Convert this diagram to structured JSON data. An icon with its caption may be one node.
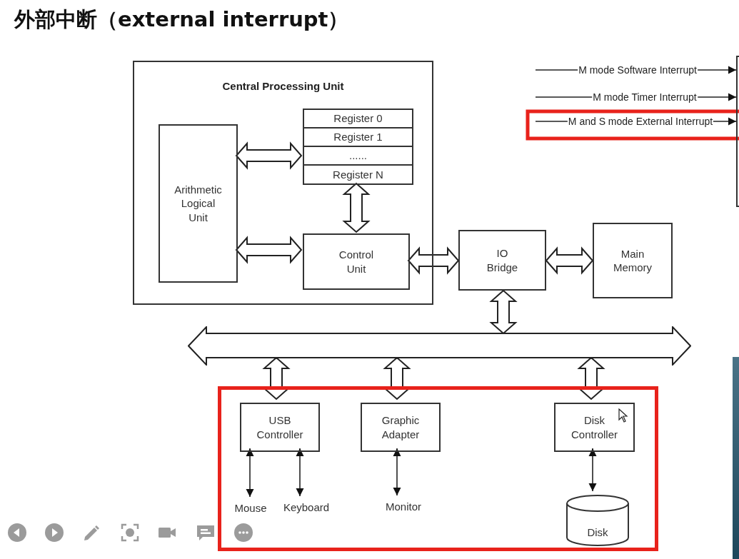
{
  "diagram": {
    "title": "外部中断（external interrupt）",
    "nodes": [
      {
        "text": [
          "Central Processing Unit"
        ]
      },
      {
        "text": [
          "Arithmetic Logical Unit"
        ],
        "in": 0
      },
      {
        "text": [
          "Register 0"
        ],
        "in": 0
      },
      {
        "text": [
          "Register 1"
        ],
        "in": 0
      },
      {
        "text": [
          "......"
        ],
        "in": 0
      },
      {
        "text": [
          "Register N"
        ],
        "in": 0
      },
      {
        "text": [
          "Control Unit"
        ],
        "in": 0
      },
      {
        "text": [
          "IO Bridge"
        ]
      },
      {
        "text": [
          "Main Memory"
        ]
      },
      {
        "text": [],
        "shape": "bar"
      },
      {
        "text": [],
        "shape": "box"
      },
      {
        "text": [
          "USB Controller"
        ],
        "in": 10
      },
      {
        "text": [
          "Graphic Adapter"
        ],
        "in": 10
      },
      {
        "text": [
          "Disk Controller"
        ],
        "in": 10
      },
      {
        "text": [
          "Mouse"
        ],
        "in": 10
      },
      {
        "text": [
          "Keyboard"
        ],
        "in": 10
      },
      {
        "text": [
          "Monitor"
        ],
        "in": 10
      },
      {
        "text": [
          "Disk"
        ],
        "in": 10
      },
      {
        "text": [],
        "shape": "box"
      }
    ],
    "edges": [
      {
        "from": 1,
        "to": 4,
        "arrow": "both",
        "style": "thick"
      },
      {
        "from": 1,
        "to": 6,
        "arrow": "both",
        "style": "thick"
      },
      {
        "from": 5,
        "to": 6,
        "arrow": "both",
        "style": "thick"
      },
      {
        "from": 6,
        "to": 7,
        "arrow": "both",
        "style": "thick"
      },
      {
        "from": 7,
        "to": 8,
        "arrow": "both",
        "style": "thick"
      },
      {
        "from": 7,
        "to": 9,
        "arrow": "both",
        "style": "thick"
      },
      {
        "from": 9,
        "to": 11,
        "arrow": "both",
        "style": "thick"
      },
      {
        "from": 9,
        "to": 12,
        "arrow": "both",
        "style": "thick"
      },
      {
        "from": 9,
        "to": 13,
        "arrow": "both",
        "style": "thick"
      },
      {
        "from": 11,
        "to": 14,
        "arrow": "both"
      },
      {
        "from": 11,
        "to": 15,
        "arrow": "both"
      },
      {
        "from": 12,
        "to": 16,
        "arrow": "both"
      },
      {
        "from": 13,
        "to": 17,
        "arrow": "both"
      },
      {
        "from": null,
        "to": 18,
        "arrow": "to",
        "label": "M mode Software Interrupt"
      },
      {
        "from": null,
        "to": 18,
        "arrow": "to",
        "label": "M mode Timer Interrupt"
      },
      {
        "from": null,
        "to": 18,
        "arrow": "to",
        "label": "M and S mode External Interrupt"
      }
    ]
  }
}
